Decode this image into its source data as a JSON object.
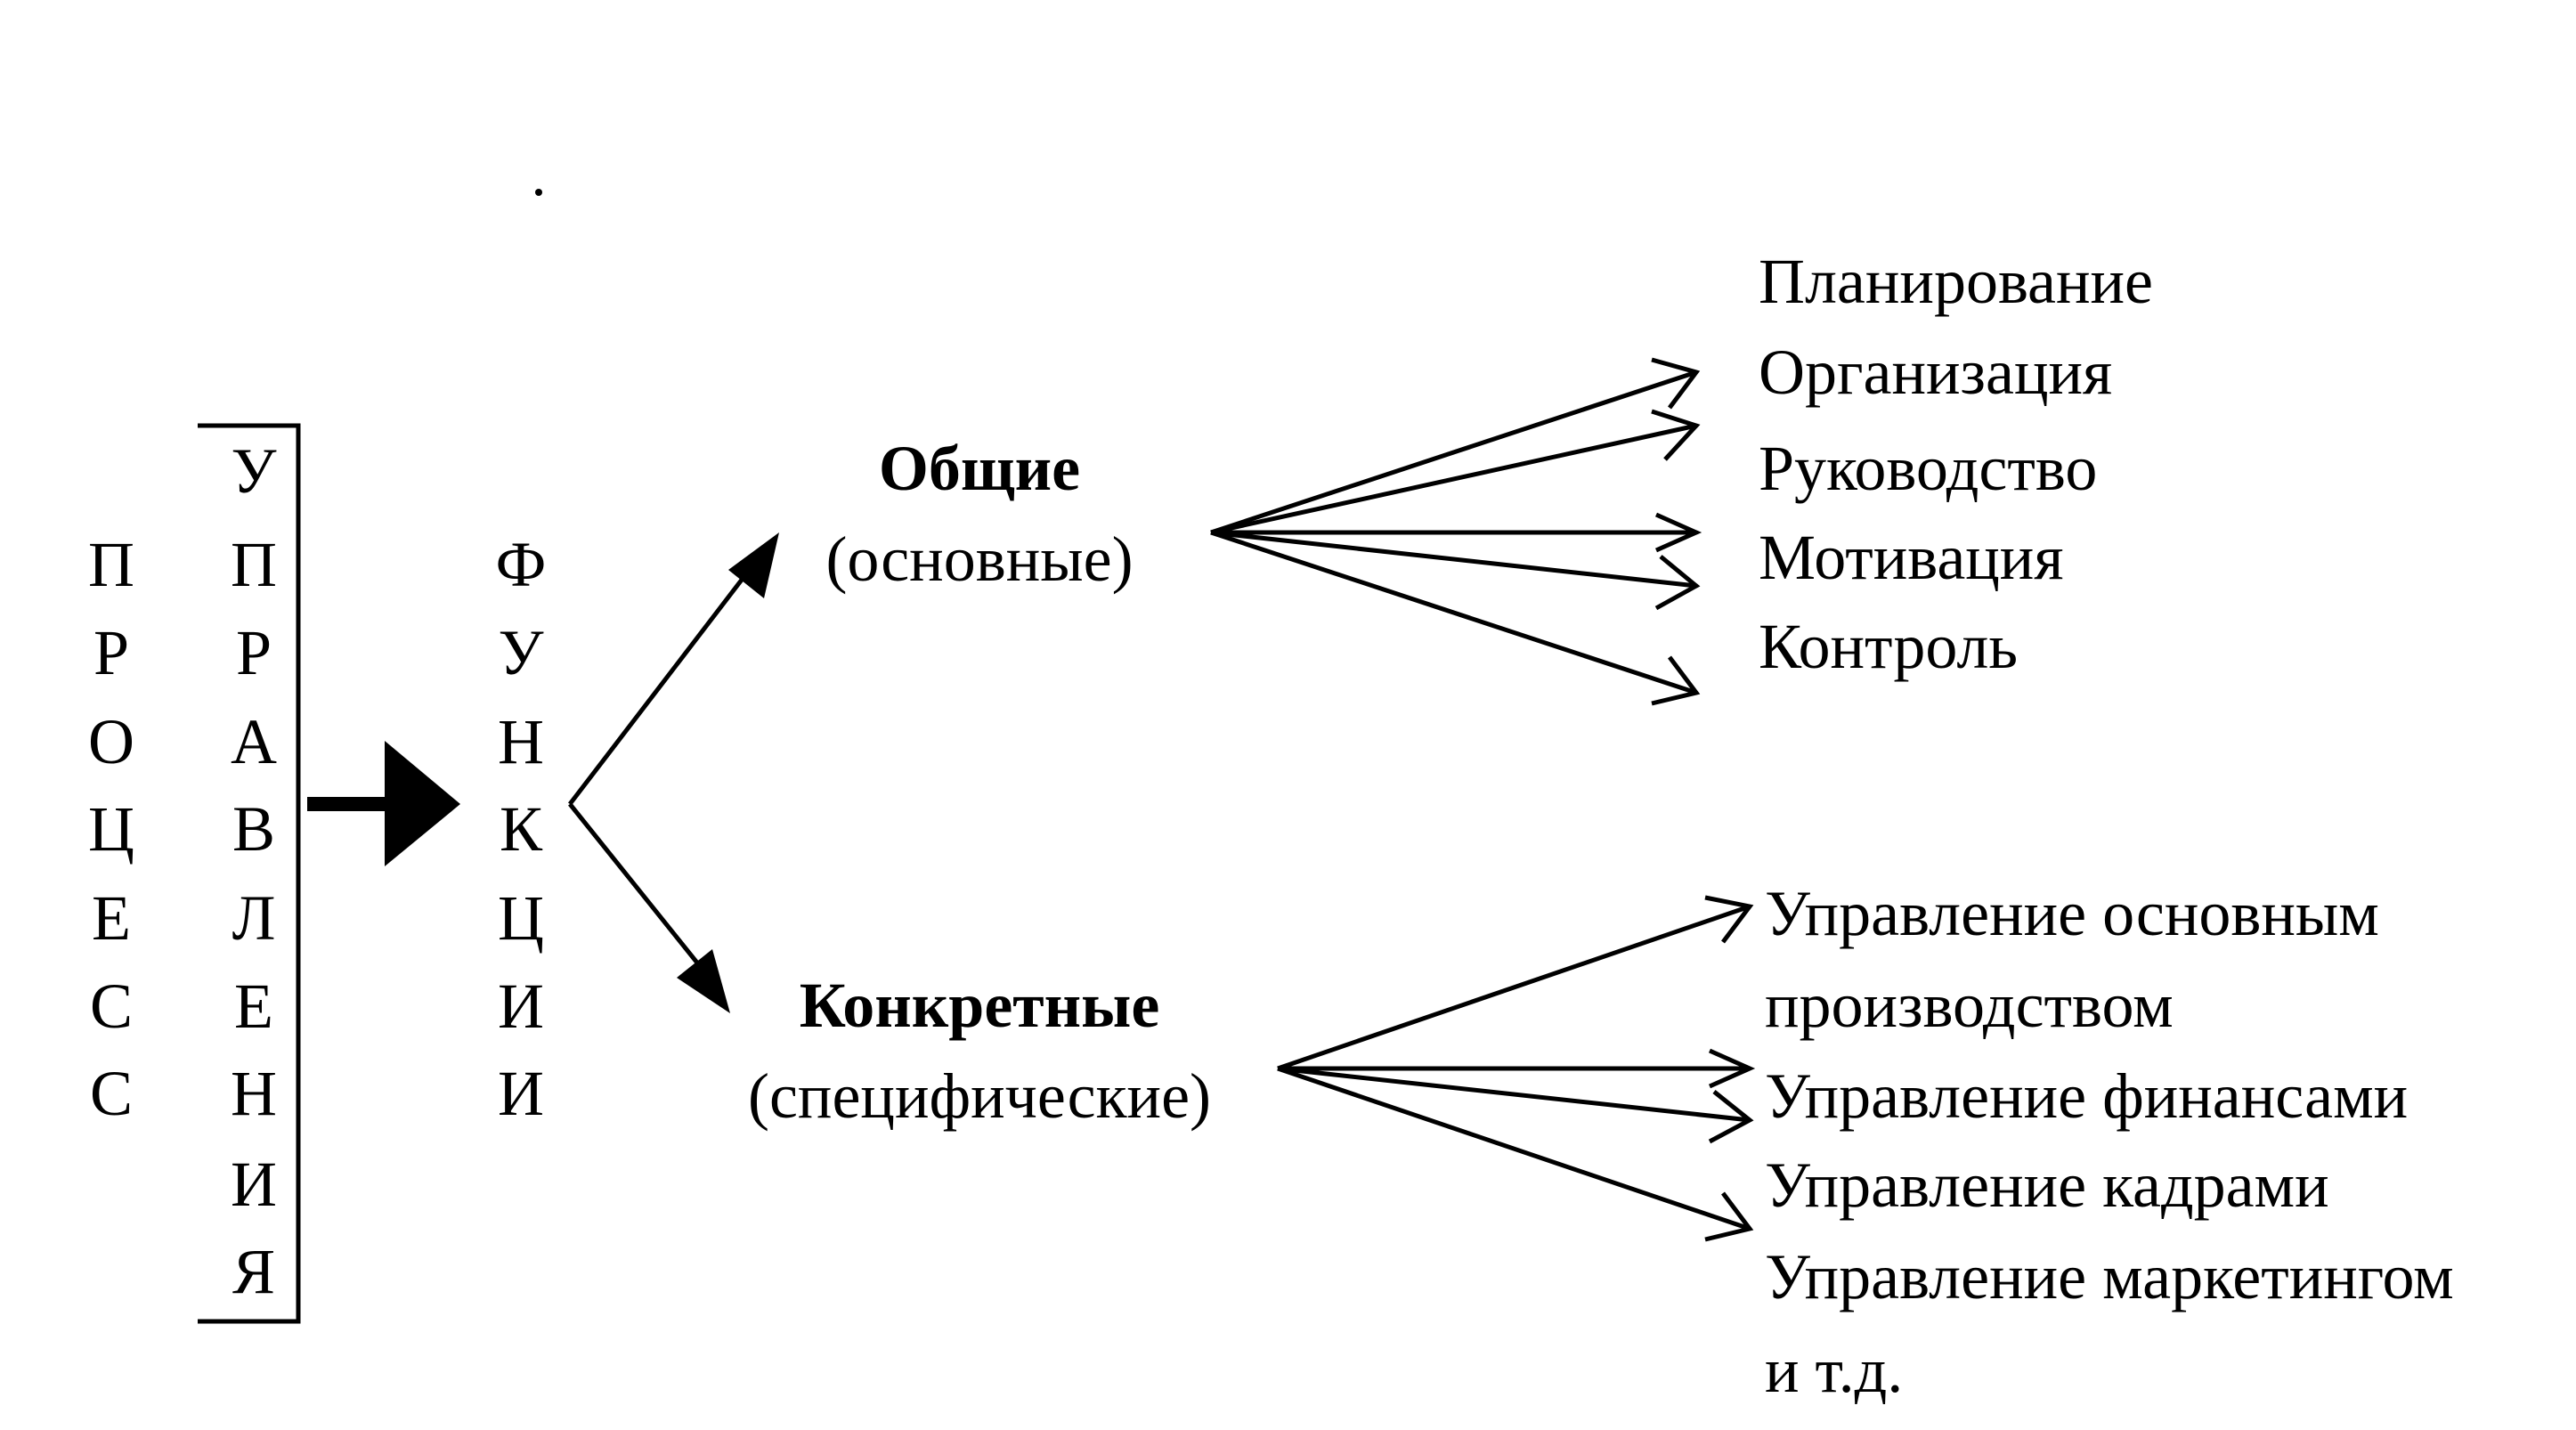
{
  "process_column": {
    "letters": [
      "П",
      "Р",
      "О",
      "Ц",
      "Е",
      "С",
      "С"
    ]
  },
  "management_column": {
    "letters": [
      "У",
      "П",
      "Р",
      "А",
      "В",
      "Л",
      "Е",
      "Н",
      "И",
      "Я"
    ]
  },
  "functions_column": {
    "letters": [
      "Ф",
      "У",
      "Н",
      "К",
      "Ц",
      "И",
      "И"
    ]
  },
  "general": {
    "title": "Общие",
    "subtitle": "(основные)",
    "items": [
      "Планирование",
      "Организация",
      "Руководство",
      "Мотивация",
      "Контроль"
    ]
  },
  "specific": {
    "title": "Конкретные",
    "subtitle": "(специфические)",
    "items": [
      "Управление основным",
      "производством",
      "Управление финансами",
      "Управление кадрами",
      "Управление маркетингом",
      "и т.д."
    ]
  }
}
